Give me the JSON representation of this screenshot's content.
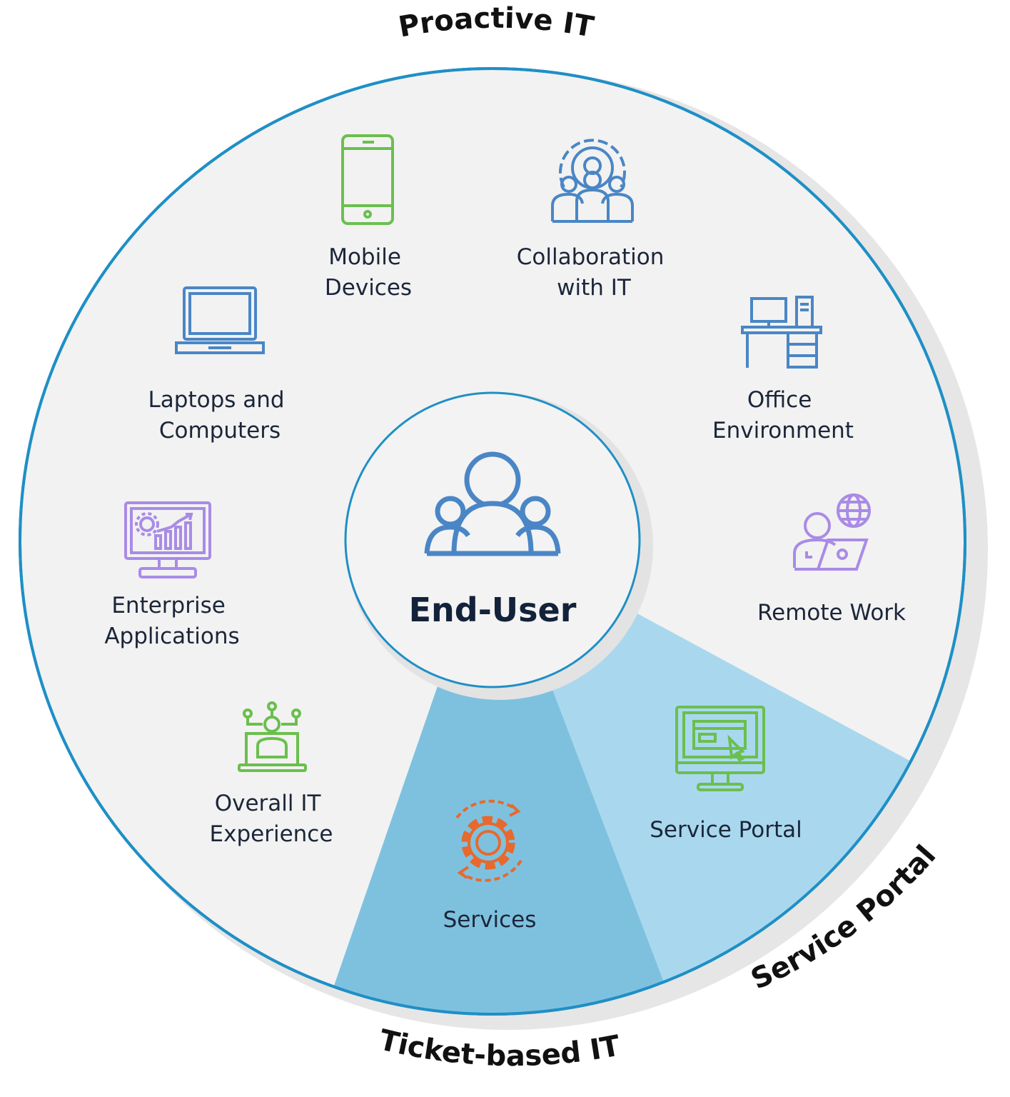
{
  "center": {
    "label": "End-User",
    "icon": "users-group-icon"
  },
  "outer_labels": {
    "top": "Proactive IT",
    "bottom": "Ticket-based IT",
    "right": "Service Portal"
  },
  "segments": [
    {
      "id": "mobile",
      "icon": "smartphone-icon",
      "lines": [
        "Mobile",
        "Devices"
      ]
    },
    {
      "id": "collab",
      "icon": "team-gear-icon",
      "lines": [
        "Collaboration",
        "with IT"
      ]
    },
    {
      "id": "laptops",
      "icon": "laptop-icon",
      "lines": [
        "Laptops and",
        "Computers"
      ]
    },
    {
      "id": "office",
      "icon": "office-desk-icon",
      "lines": [
        "Office",
        "Environment"
      ]
    },
    {
      "id": "enterprise",
      "icon": "monitor-chart-icon",
      "lines": [
        "Enterprise",
        "Applications"
      ]
    },
    {
      "id": "remote",
      "icon": "remote-worker-icon",
      "lines": [
        "Remote Work"
      ]
    },
    {
      "id": "overall",
      "icon": "network-laptop-icon",
      "lines": [
        "Overall IT",
        "Experience"
      ]
    },
    {
      "id": "services",
      "icon": "gear-refresh-icon",
      "lines": [
        "Services"
      ]
    },
    {
      "id": "portal",
      "icon": "portal-monitor-icon",
      "lines": [
        "Service Portal"
      ]
    }
  ],
  "colors": {
    "ring_outline": "#1f8fc6",
    "disc_fill": "#f2f2f2",
    "services_wedge": "#7ec1df",
    "portal_wedge": "#a9d8ee",
    "icon_green": "#6bbf4e",
    "icon_blue": "#4a86c5",
    "icon_purple": "#a98be6",
    "icon_orange": "#e8692d"
  }
}
